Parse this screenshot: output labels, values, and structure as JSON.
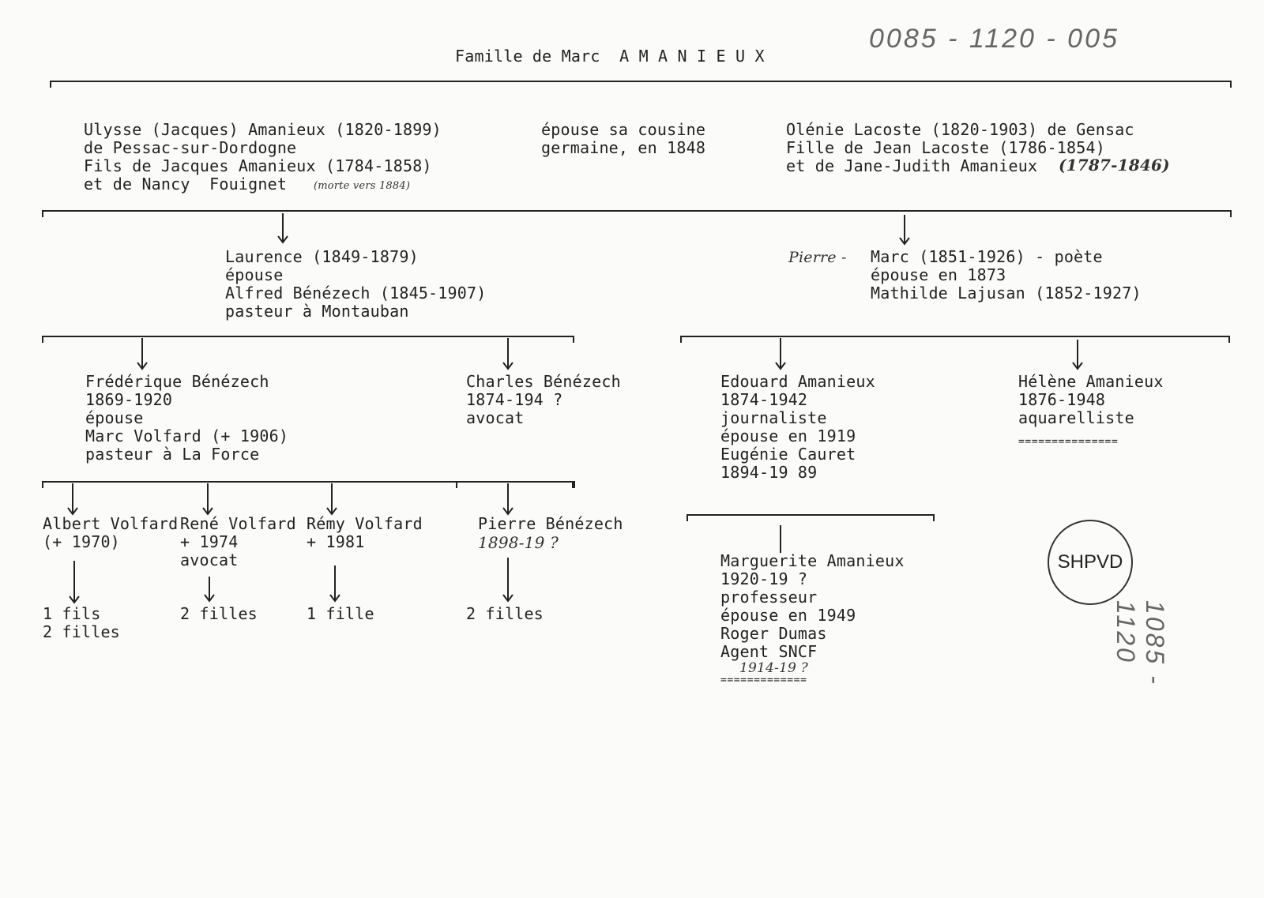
{
  "doc": {
    "title": "Famille de Marc  A M A N I E U X",
    "ref_top": "0085 - 1120 - 005",
    "ref_side": "1085 - 1120",
    "stamp": "SHPVD"
  },
  "gen1": {
    "left": [
      "Ulysse (Jacques) Amanieux (1820-1899)",
      "de Pessac-sur-Dordogne",
      "Fils de Jacques Amanieux (1784-1858)",
      "et de Nancy  Fouignet"
    ],
    "left_note": "(morte vers 1884)",
    "middle": [
      "épouse sa cousine",
      "germaine, en 1848"
    ],
    "right": [
      "Olénie Lacoste (1820-1903) de Gensac",
      "Fille de Jean Lacoste (1786-1854)",
      "et de Jane-Judith Amanieux"
    ],
    "right_note": "(1787-1846)"
  },
  "gen2": {
    "left": [
      "Laurence (1849-1879)",
      "épouse",
      "Alfred Bénézech (1845-1907)",
      "pasteur à Montauban"
    ],
    "right_prefix": "Pierre -",
    "right": [
      "Marc (1851-1926) - poète",
      "épouse en 1873",
      "Mathilde Lajusan (1852-1927)"
    ]
  },
  "gen3": {
    "frederique": [
      "Frédérique Bénézech",
      "1869-1920",
      "épouse",
      "Marc Volfard (+ 1906)",
      "pasteur à La Force"
    ],
    "charles": [
      "Charles Bénézech",
      "1874-194 ?",
      "avocat"
    ],
    "edouard": [
      "Edouard Amanieux",
      "1874-1942",
      "journaliste",
      "épouse en 1919",
      "Eugénie Cauret",
      "1894-19 89"
    ],
    "helene": [
      "Hélène Amanieux",
      "1876-1948",
      "aquarelliste"
    ],
    "helene_end": "==============="
  },
  "gen4": {
    "albert": [
      "Albert Volfard",
      "(+ 1970)"
    ],
    "rene": [
      "René Volfard",
      "+ 1974",
      "avocat"
    ],
    "remy": [
      "Rémy Volfard",
      "+ 1981"
    ],
    "pierre": [
      "Pierre Bénézech",
      "1898-19 ?"
    ],
    "marguerite": [
      "Marguerite Amanieux",
      "1920-19 ?",
      "professeur",
      "épouse en 1949",
      "Roger Dumas",
      "Agent SNCF",
      "1914-19 ?"
    ],
    "marguerite_end": "============="
  },
  "gen5": {
    "albert": [
      "1 fils",
      "2 filles"
    ],
    "rene": [
      "2 filles"
    ],
    "remy": [
      "1 fille"
    ],
    "pierre": [
      "2 filles"
    ]
  }
}
